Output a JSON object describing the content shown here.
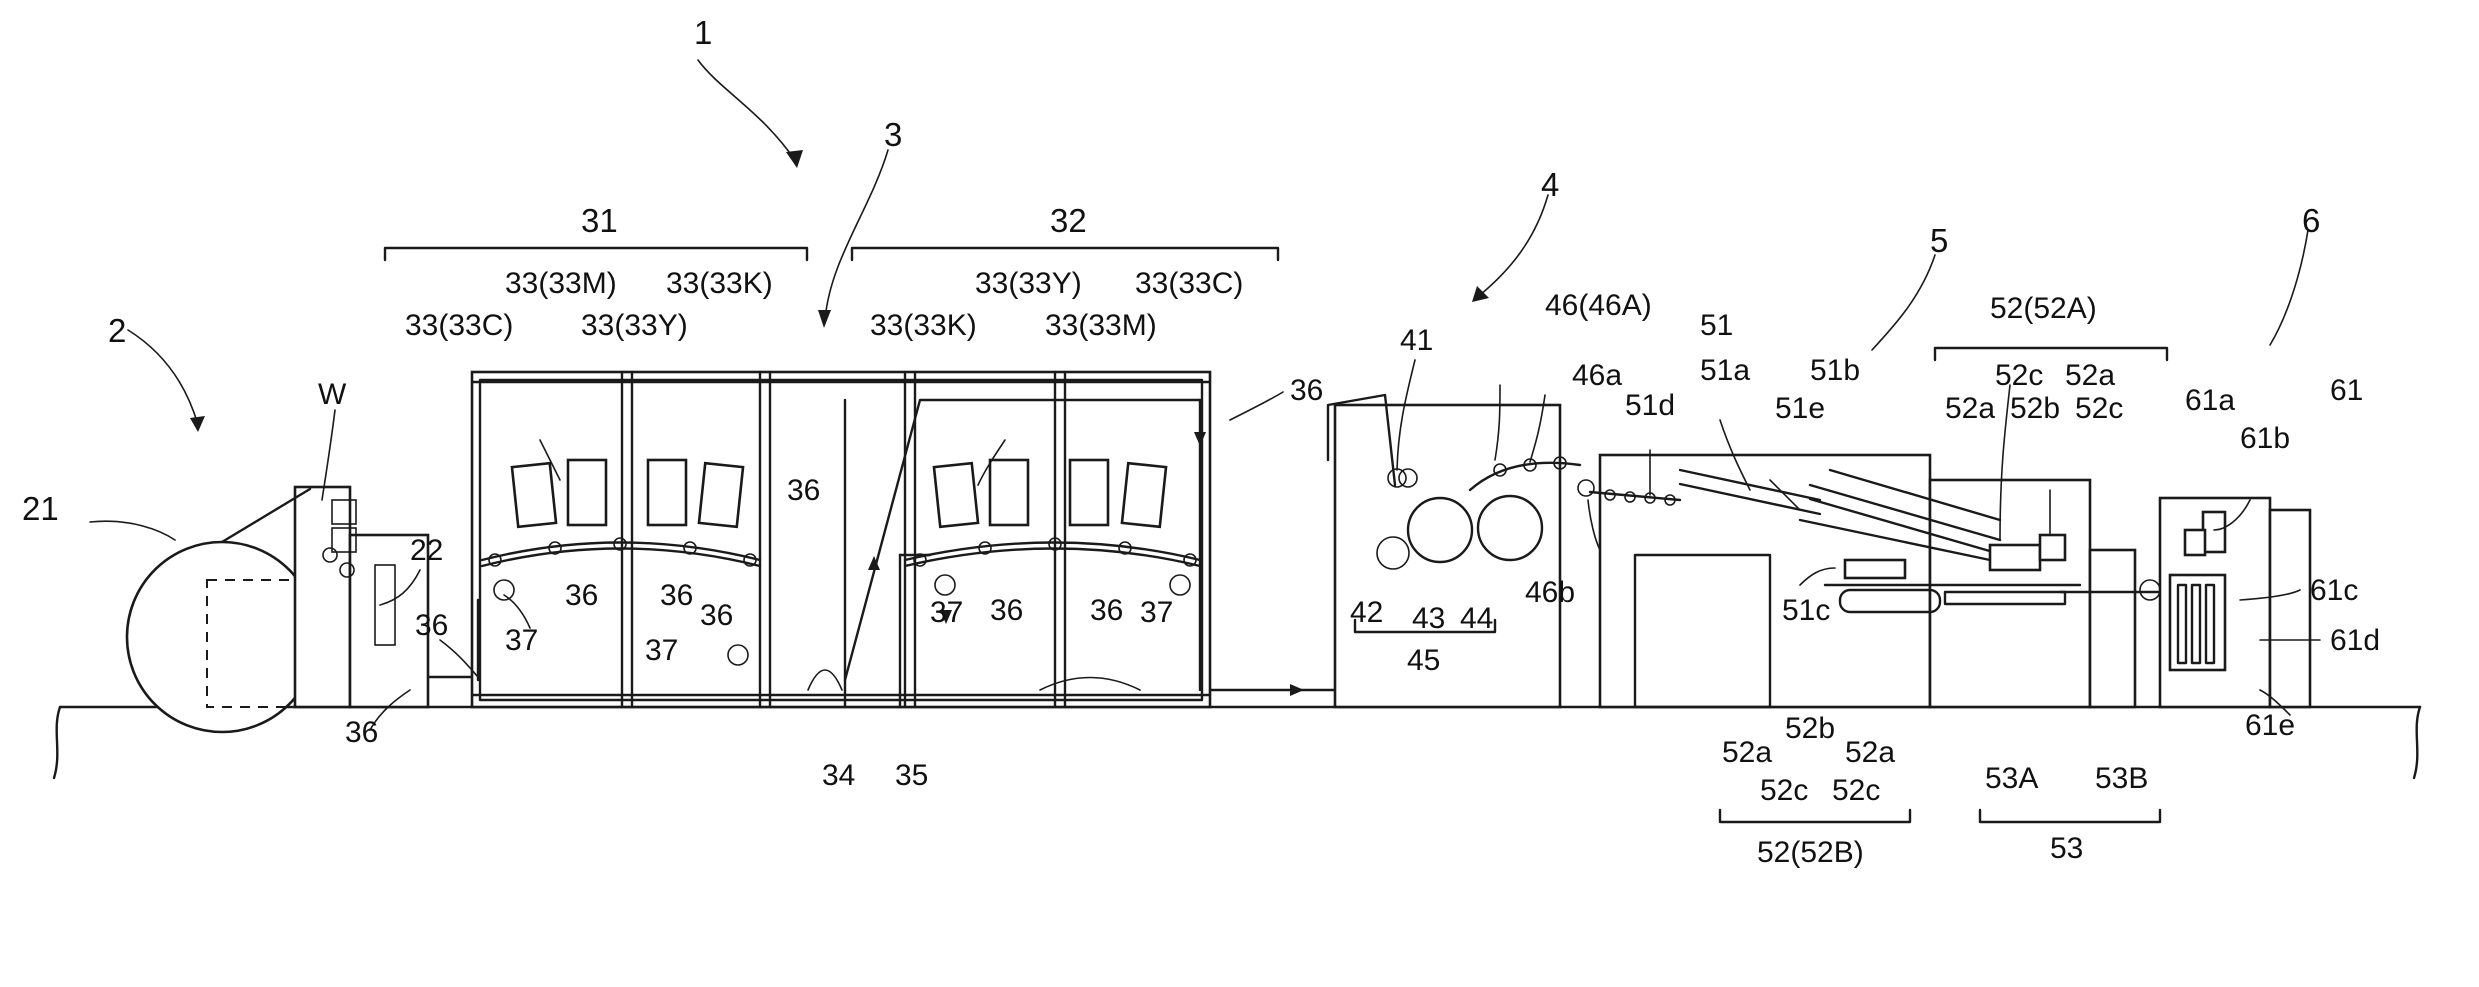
{
  "labels": {
    "n1": "1",
    "n2": "2",
    "n3": "3",
    "n4": "4",
    "n5": "5",
    "n6": "6",
    "n21": "21",
    "n22": "22",
    "W": "W",
    "n31": "31",
    "n32": "32",
    "u33C_1": "33(33C)",
    "u33M_1": "33(33M)",
    "u33Y_1": "33(33Y)",
    "u33K_1": "33(33K)",
    "u33K_2": "33(33K)",
    "u33Y_2": "33(33Y)",
    "u33M_2": "33(33M)",
    "u33C_2": "33(33C)",
    "n34": "34",
    "n35": "35",
    "n36": "36",
    "n37": "37",
    "n41": "41",
    "n42": "42",
    "n43": "43",
    "n44": "44",
    "n45": "45",
    "n46": "46(46A)",
    "n46a": "46a",
    "n46b": "46b",
    "n51": "51",
    "n51a": "51a",
    "n51b": "51b",
    "n51c": "51c",
    "n51d": "51d",
    "n51e": "51e",
    "n52A": "52(52A)",
    "n52B": "52(52B)",
    "n52a": "52a",
    "n52b": "52b",
    "n52c": "52c",
    "n53": "53",
    "n53A": "53A",
    "n53B": "53B",
    "n61": "61",
    "n61a": "61a",
    "n61b": "61b",
    "n61c": "61c",
    "n61d": "61d",
    "n61e": "61e"
  }
}
